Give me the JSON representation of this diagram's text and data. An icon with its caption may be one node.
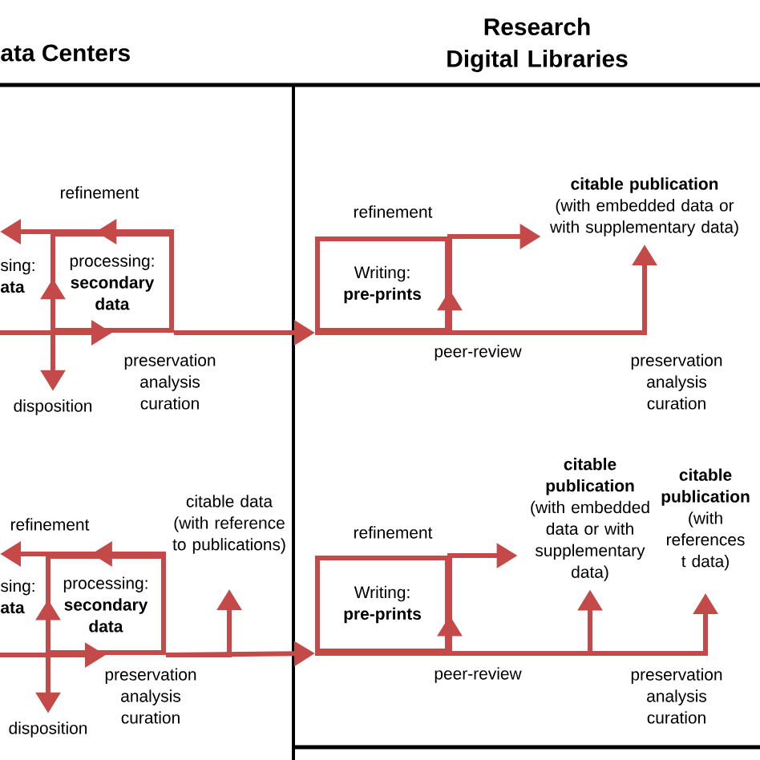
{
  "diagram": {
    "nodes": [
      {
        "text": [
          "sing: **ata**"
        ]
      },
      {
        "text": [
          "processing: **secondary data**"
        ]
      },
      {
        "text": [
          "disposition"
        ]
      },
      {
        "text": [
          "Writing: **pre-prints**"
        ]
      },
      {
        "text": [
          "citable publication",
          "(with embedded data or with supplementary data)"
        ]
      },
      {
        "text": [
          "sing: **ata**"
        ]
      },
      {
        "text": [
          "processing: **secondary data**"
        ]
      },
      {
        "text": [
          "disposition"
        ]
      },
      {
        "text": [
          "citable data (with reference to publications)"
        ]
      },
      {
        "text": [
          "Writing: **pre-prints**"
        ]
      },
      {
        "text": [
          "citable publication",
          "(with embedded data or with supplementary data)"
        ]
      },
      {
        "text": [
          "citable publication",
          "(with references t data)"
        ]
      }
    ],
    "edges": [
      {
        "from": 0,
        "to": 1,
        "arrow": "to"
      },
      {
        "from": 1,
        "to": 3,
        "arrow": "to"
      },
      {
        "from": 1,
        "to": 0,
        "arrow": "to"
      },
      {
        "from": 0,
        "to": 2,
        "arrow": "to"
      },
      {
        "from": 3,
        "to": 4,
        "arrow": "to"
      },
      {
        "from": 3,
        "to": 4,
        "arrow": "to"
      },
      {
        "from": 5,
        "to": 6,
        "arrow": "to"
      },
      {
        "from": 6,
        "to": 9,
        "arrow": "to"
      },
      {
        "from": 6,
        "to": 5,
        "arrow": "to"
      },
      {
        "from": 5,
        "to": 7,
        "arrow": "to"
      },
      {
        "from": 6,
        "to": 8,
        "arrow": "to"
      },
      {
        "from": 9,
        "to": 10,
        "arrow": "to"
      },
      {
        "from": 9,
        "to": 10,
        "arrow": "to"
      },
      {
        "from": 9,
        "to": 11,
        "arrow": "to"
      }
    ],
    "labels": [
      "ata Centers",
      "Research Digital Libraries",
      "refinement",
      "preservation analysis curation",
      "refinement",
      "peer-review",
      "preservation analysis curation",
      "refinement",
      "preservation analysis curation",
      "refinement",
      "peer-review",
      "preservation analysis curation"
    ]
  }
}
